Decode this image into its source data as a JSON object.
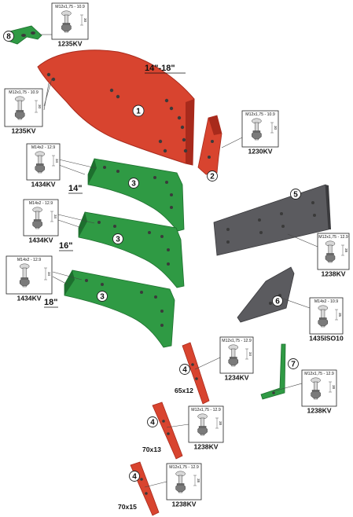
{
  "colors": {
    "red": "#d8442f",
    "red_dark": "#a82a1c",
    "green": "#2f9a44",
    "green_dark": "#1d6f2e",
    "grey": "#5b5b5f",
    "grey_dark": "#3a3a3d"
  },
  "parts": [
    {
      "id": "p1",
      "number": "1"
    },
    {
      "id": "p2",
      "number": "2"
    },
    {
      "id": "p3a",
      "number": "3"
    },
    {
      "id": "p3b",
      "number": "3"
    },
    {
      "id": "p3c",
      "number": "3"
    },
    {
      "id": "p4a",
      "number": "4"
    },
    {
      "id": "p4b",
      "number": "4"
    },
    {
      "id": "p4c",
      "number": "4"
    },
    {
      "id": "p5",
      "number": "5"
    },
    {
      "id": "p6",
      "number": "6"
    },
    {
      "id": "p7",
      "number": "7"
    },
    {
      "id": "p8",
      "number": "8"
    }
  ],
  "size_labels": {
    "moldboard": "14\"-18\"",
    "share_14": "14\"",
    "share_16": "16\"",
    "share_18": "18\"",
    "point_a": "65x12",
    "point_b": "70x13",
    "point_c": "70x15"
  },
  "bolts": [
    {
      "id": "b8",
      "spec": "M12x1,75 - 10.9",
      "code": "1235KV",
      "length": "30"
    },
    {
      "id": "b1",
      "spec": "M12x1,75 - 10.9",
      "code": "1235KV",
      "length": "30"
    },
    {
      "id": "b2",
      "spec": "M12x1,75 - 10.9",
      "code": "1230KV",
      "length": "30"
    },
    {
      "id": "b3a",
      "spec": "M14x2 - 12.9",
      "code": "1434KV",
      "length": "34"
    },
    {
      "id": "b3b",
      "spec": "M14x2 - 12.9",
      "code": "1434KV",
      "length": "34"
    },
    {
      "id": "b3c",
      "spec": "M14x2 - 12.9",
      "code": "1434KV",
      "length": "34"
    },
    {
      "id": "b5",
      "spec": "M12x1,75 - 12.9",
      "code": "1238KV",
      "length": "38"
    },
    {
      "id": "b6",
      "spec": "M14x2 - 10.9",
      "code": "1435ISO10",
      "length": "35"
    },
    {
      "id": "b4a",
      "spec": "M12x1,75 - 12.9",
      "code": "1234KV",
      "length": "34"
    },
    {
      "id": "b7",
      "spec": "M12x1,75 - 12.9",
      "code": "1238KV",
      "length": "38"
    },
    {
      "id": "b4b",
      "spec": "M12x1,75 - 12.9",
      "code": "1238KV",
      "length": "38"
    },
    {
      "id": "b4c",
      "spec": "M12x1,75 - 12.9",
      "code": "1238KV",
      "length": "38"
    }
  ]
}
